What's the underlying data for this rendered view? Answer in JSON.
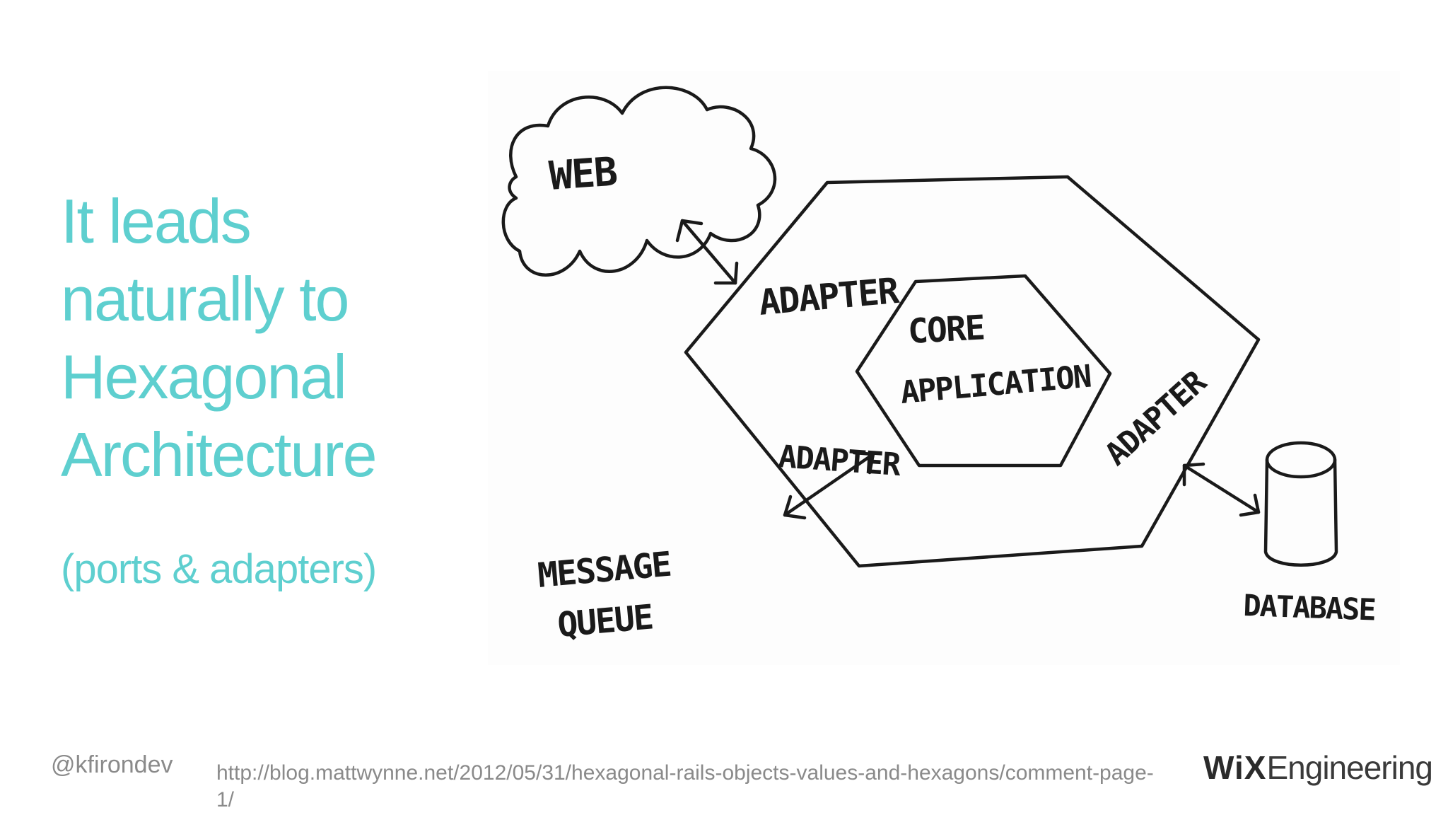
{
  "slide": {
    "title_lines": [
      "It leads",
      "naturally to",
      "Hexagonal",
      "Architecture"
    ],
    "subtitle": "(ports & adapters)"
  },
  "diagram": {
    "labels": {
      "web": "WEB",
      "adapter_top": "ADAPTER",
      "adapter_left": "ADAPTER",
      "adapter_right": "ADAPTER",
      "core_line1": "CORE",
      "core_line2": "APPLICATION",
      "message_line1": "MESSAGE",
      "message_line2": "QUEUE",
      "database": "DATABASE"
    }
  },
  "footer": {
    "handle": "@kfirondev",
    "source_url": "http://blog.mattwynne.net/2012/05/31/hexagonal-rails-objects-values-and-hexagons/comment-page-1/",
    "logo_bold": "WiX",
    "logo_light": "Engineering"
  },
  "colors": {
    "accent": "#5ecfcf",
    "footer_text": "#8a8a8a",
    "ink": "#1a1a1a"
  }
}
